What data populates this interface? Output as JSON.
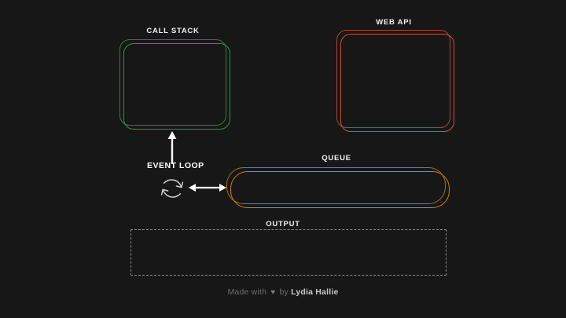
{
  "background_color": "#171717",
  "panels": {
    "call_stack": {
      "label": "CALL STACK",
      "color": "#2e9e3a",
      "items": []
    },
    "web_api": {
      "label": "WEB API",
      "color": "#d4553f",
      "items": []
    },
    "queue": {
      "label": "QUEUE",
      "color": "#d98512",
      "items": []
    },
    "output": {
      "label": "OUTPUT",
      "color": "#8a8a8a",
      "items": []
    }
  },
  "event_loop": {
    "label": "EVENT LOOP",
    "icon": "sync-circular-arrows-icon",
    "color": "#cfcfcf",
    "arrows": {
      "up": "arrow-up-icon",
      "bidirectional": "arrow-left-right-icon"
    }
  },
  "footer": {
    "prefix": "Made with",
    "heart": "♥",
    "middle": "by",
    "author": "Lydia Hallie"
  }
}
